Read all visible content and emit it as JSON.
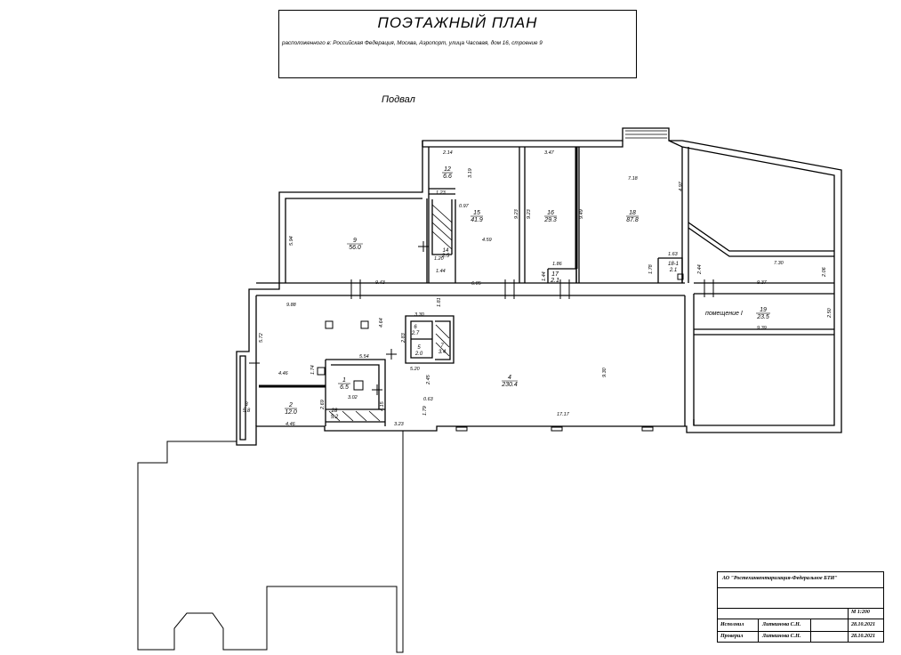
{
  "header": {
    "title": "ПОЭТАЖНЫЙ ПЛАН",
    "address": "расположенного в: Российская Федерация, Москва, Аэропорт, улица Часовая, дом 16, строение 9"
  },
  "floor_label": "Подвал",
  "rooms": [
    {
      "id": "r9",
      "num": "9",
      "area": "56.0"
    },
    {
      "id": "r12",
      "num": "12",
      "area": "6.6"
    },
    {
      "id": "r14",
      "num": "14",
      "area": "2.5"
    },
    {
      "id": "r15",
      "num": "15",
      "area": "41.9"
    },
    {
      "id": "r16",
      "num": "16",
      "area": "29.3"
    },
    {
      "id": "r17",
      "num": "17",
      "area": "2.1"
    },
    {
      "id": "r18",
      "num": "18",
      "area": "87.8"
    },
    {
      "id": "r18_1",
      "num": "18-1",
      "area": "2.1"
    },
    {
      "id": "r19",
      "num": "19",
      "area": "23.5"
    },
    {
      "id": "r6",
      "num": "6",
      "area": "2.7"
    },
    {
      "id": "r5",
      "num": "5",
      "area": "2.0"
    },
    {
      "id": "r7",
      "num": "7",
      "area": "3.4"
    },
    {
      "id": "r4",
      "num": "4",
      "area": "230.4"
    },
    {
      "id": "r1",
      "num": "1",
      "area": "6.5"
    },
    {
      "id": "r2",
      "num": "2",
      "area": "12.0"
    },
    {
      "id": "r3",
      "num": "3",
      "area": "5.8"
    },
    {
      "id": "r28",
      "num": "28",
      "area": "5.2"
    }
  ],
  "room_label_19": "помещение I",
  "dimensions": [
    "2.14",
    "3.19",
    "3.47",
    "7.18",
    "4.97",
    "1.23",
    "0.97",
    "9.23",
    "9.23",
    "9.49",
    "5.94",
    "1.20",
    "4.59",
    "1.63",
    "1.86",
    "1.44",
    "1.44",
    "1.78",
    "2.44",
    "7.30",
    "2.06",
    "9.43",
    "6.05",
    "9.37",
    "9.88",
    "3.30",
    "1.81",
    "2.50",
    "9.39",
    "5.72",
    "4.64",
    "2.83",
    "5.54",
    "5.20",
    "9.30",
    "4.46",
    "1.74",
    "2.45",
    "0.63",
    "3.02",
    "2.69",
    "4.15",
    "1.79",
    "17.17",
    "4.46",
    "3.23"
  ],
  "stamp": {
    "org": "АО \"Ростехинвентаризация-Федеральное БТИ\"",
    "scale": "М 1:200",
    "row1_role": "Исполнил",
    "row1_name": "Литвинова С.Н.",
    "row1_date": "28.10.2021",
    "row2_role": "Проверил",
    "row2_name": "Литвинова С.Н.",
    "row2_date": "28.10.2021"
  }
}
